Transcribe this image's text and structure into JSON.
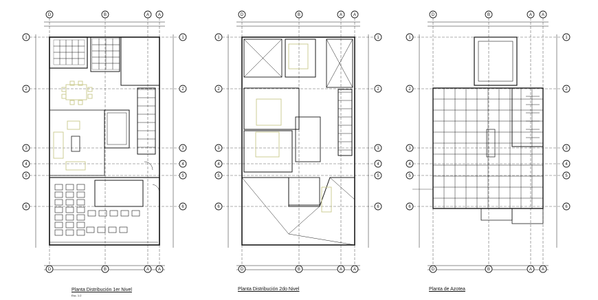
{
  "plans": [
    {
      "id": "plan1",
      "title_bold": "Planta Distribución 1er Nivel",
      "scale_note": "Esc. 1:2"
    },
    {
      "id": "plan2",
      "title_bold": "Planta Distribución 2do Nivel"
    },
    {
      "id": "plan3",
      "title_bold": "Planta de Azotea"
    }
  ],
  "axis_labels": {
    "top": [
      "D",
      "B",
      "A",
      "A"
    ],
    "side": [
      "1",
      "2",
      "3",
      "4",
      "5",
      "6"
    ]
  },
  "colors": {
    "line": "#1a1a1a",
    "furniture": "#c9c98a",
    "axis": "#333333"
  }
}
